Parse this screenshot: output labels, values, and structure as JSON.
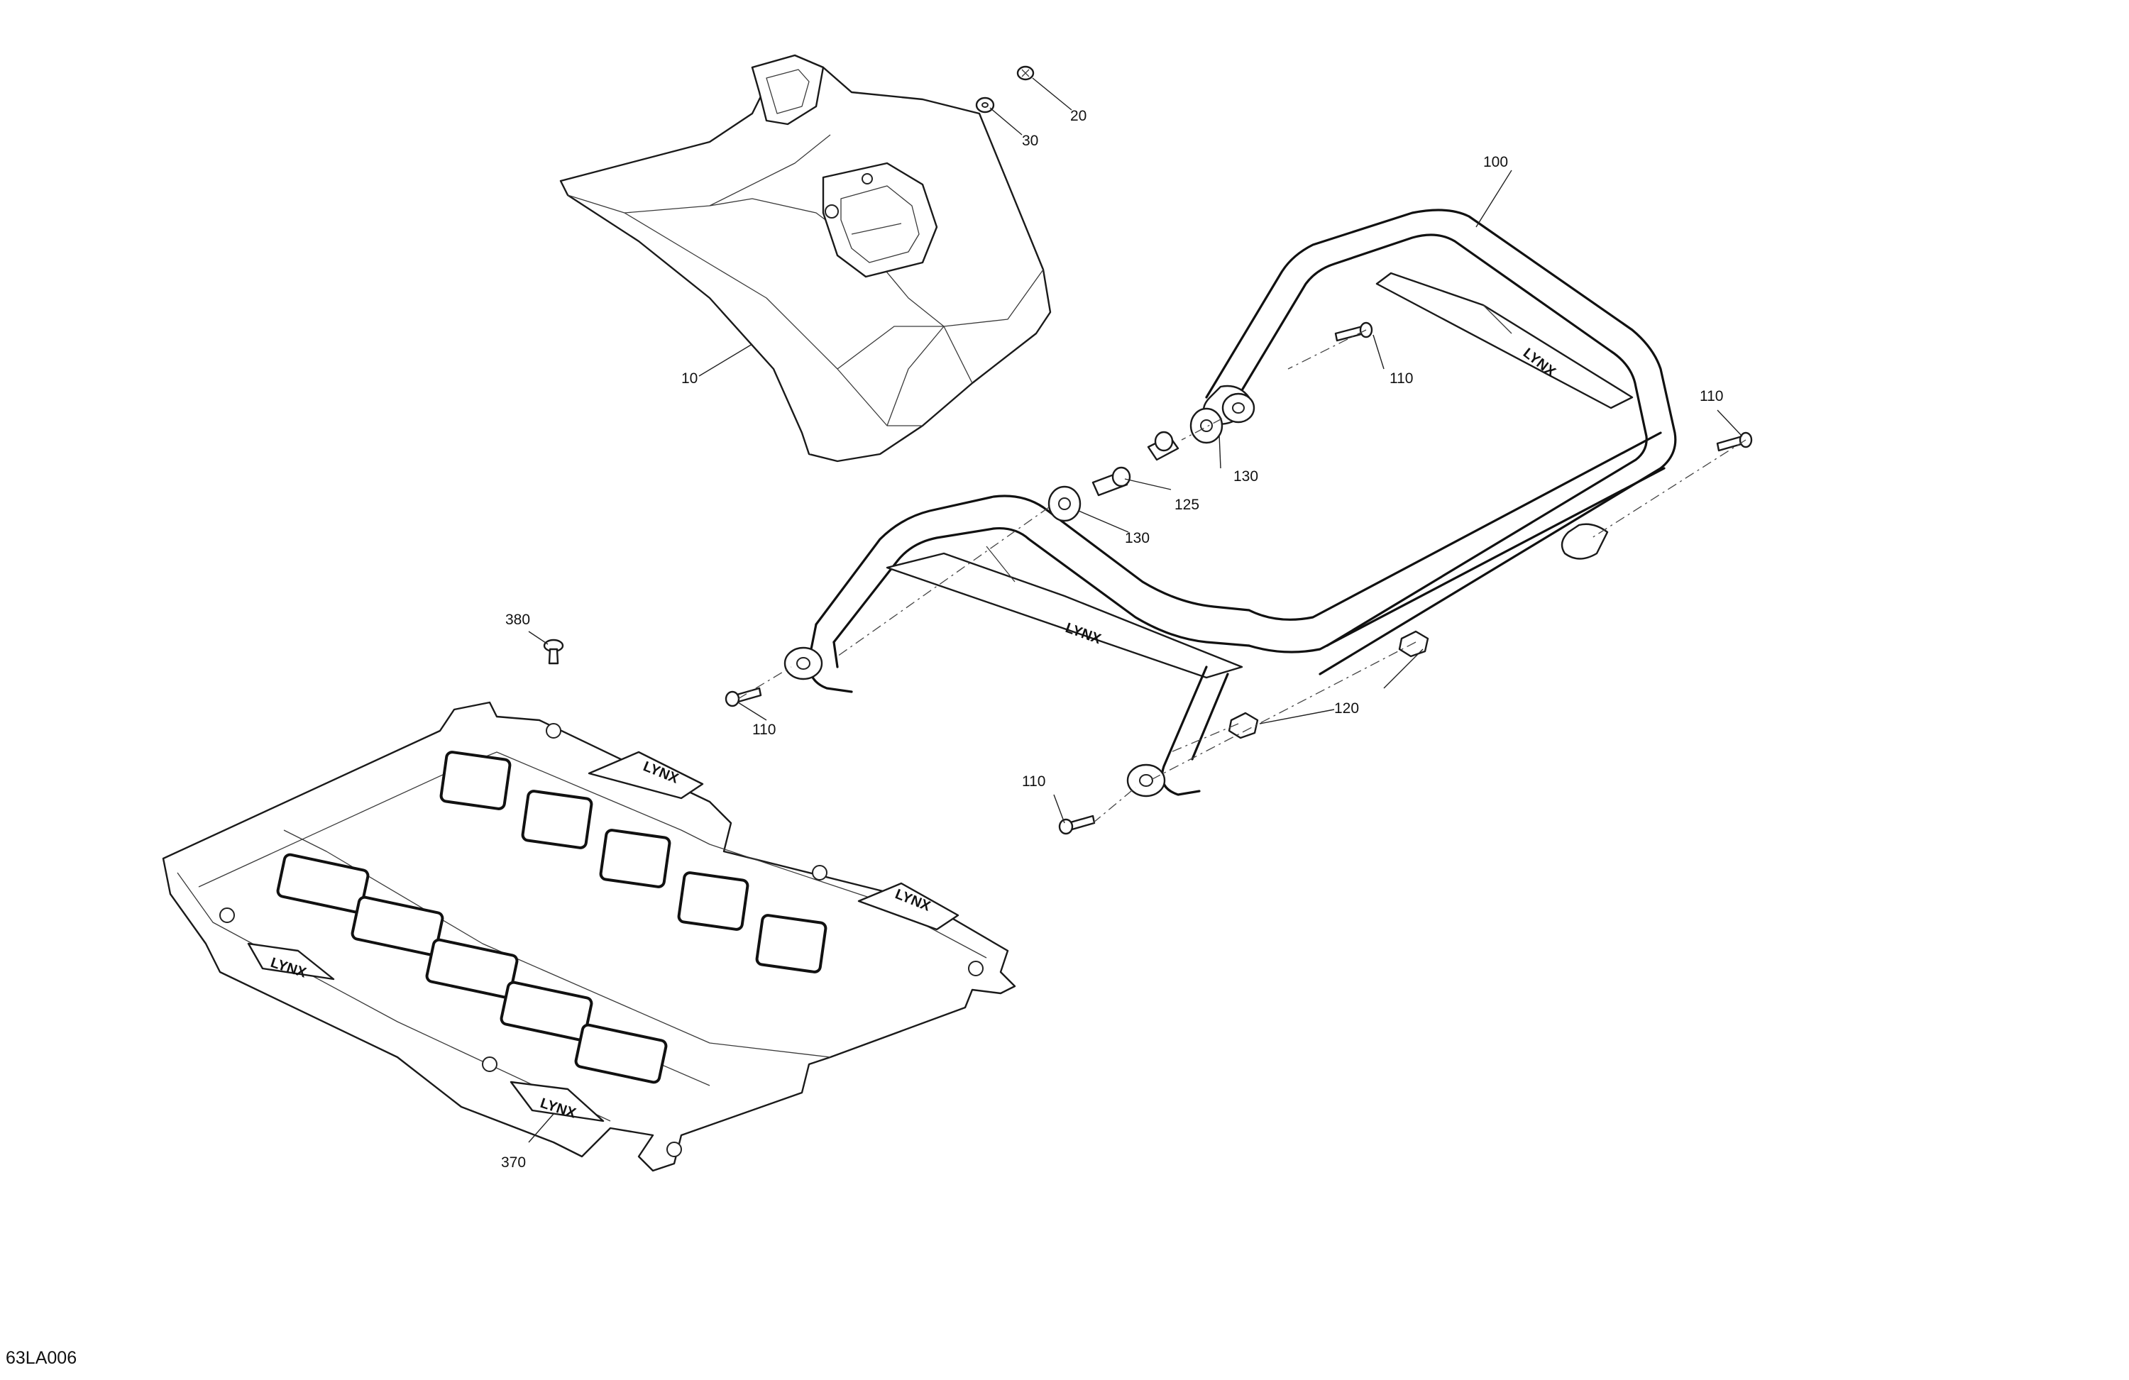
{
  "diagram": {
    "reference_code": "63LA006",
    "callouts": {
      "c10": "10",
      "c20": "20",
      "c30": "30",
      "c100": "100",
      "c110_a": "110",
      "c110_b": "110",
      "c110_c": "110",
      "c110_d": "110",
      "c120": "120",
      "c125": "125",
      "c130_a": "130",
      "c130_b": "130",
      "c370": "370",
      "c380": "380"
    },
    "brand_marks": {
      "bumper_front": "LYNX",
      "bumper_rear": "LYNX",
      "plate_right_upper": "LYNX",
      "plate_right_lower": "LYNX",
      "plate_left_upper": "LYNX",
      "plate_left_lower": "LYNX"
    }
  }
}
